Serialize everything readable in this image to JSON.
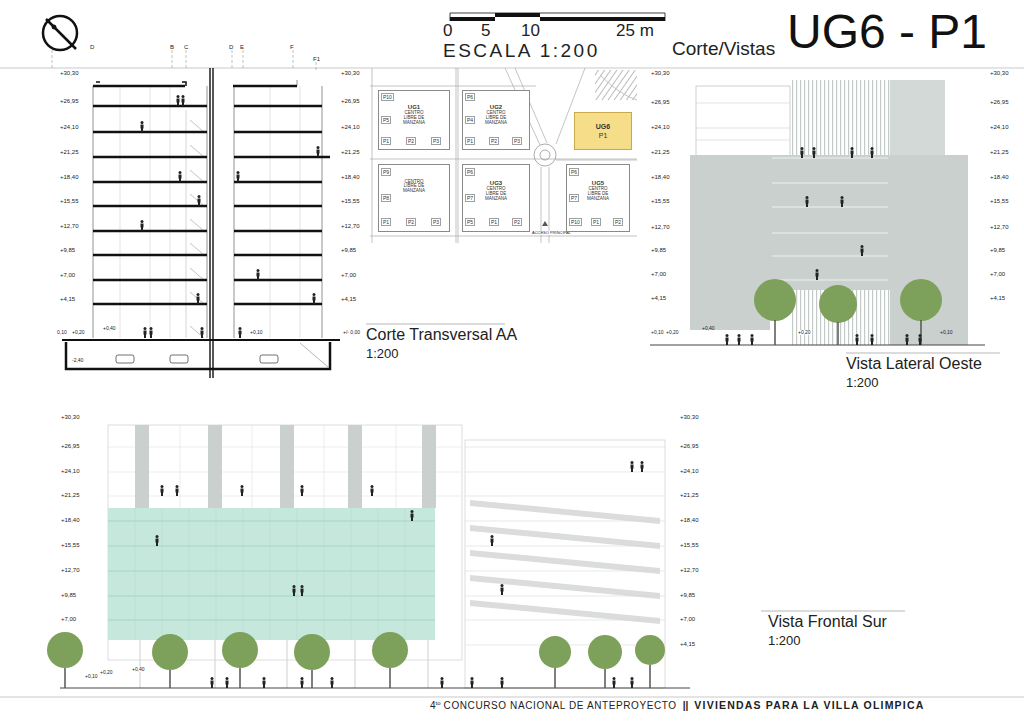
{
  "diagram": {
    "title": "UG6 - P1",
    "nodes": [
      {
        "text": [
          "UG1",
          "CENTRO LIBRE DE MANZANA"
        ]
      },
      {
        "text": [
          "P10"
        ],
        "in": 0
      },
      {
        "text": [
          "P5"
        ],
        "in": 0
      },
      {
        "text": [
          "P1"
        ],
        "in": 0
      },
      {
        "text": [
          "P2"
        ],
        "in": 0
      },
      {
        "text": [
          "P3"
        ],
        "in": 0
      },
      {
        "text": [
          "UG2",
          "CENTRO LIBRE DE MANZANA"
        ]
      },
      {
        "text": [
          "P6"
        ],
        "in": 6
      },
      {
        "text": [
          "P4"
        ],
        "in": 6
      },
      {
        "text": [
          "P1"
        ],
        "in": 6
      },
      {
        "text": [
          "P2"
        ],
        "in": 6
      },
      {
        "text": [
          "P3"
        ],
        "in": 6
      },
      {
        "text": [
          "UG6",
          "P1"
        ]
      },
      {
        "text": [
          "CENTRO LIBRE DE MANZANA"
        ]
      },
      {
        "text": [
          "P9"
        ],
        "in": 13
      },
      {
        "text": [
          "P8"
        ],
        "in": 13
      },
      {
        "text": [
          "P1"
        ],
        "in": 13
      },
      {
        "text": [
          "P2"
        ],
        "in": 13
      },
      {
        "text": [
          "P3"
        ],
        "in": 13
      },
      {
        "text": [
          "UG3",
          "CENTRO LIBRE DE MANZANA"
        ]
      },
      {
        "text": [
          "P6"
        ],
        "in": 19
      },
      {
        "text": [
          "P7"
        ],
        "in": 19
      },
      {
        "text": [
          "P5"
        ],
        "in": 19
      },
      {
        "text": [
          "P1"
        ],
        "in": 19
      },
      {
        "text": [
          "P2"
        ],
        "in": 19
      },
      {
        "text": [
          "UG5",
          "CENTRO LIBRE DE MANZANA"
        ]
      },
      {
        "text": [
          "P6"
        ],
        "in": 25
      },
      {
        "text": [
          "P7"
        ],
        "in": 25
      },
      {
        "text": [
          "P10"
        ],
        "in": 25
      },
      {
        "text": [
          "P1"
        ],
        "in": 25
      },
      {
        "text": [
          "P2"
        ],
        "in": 25
      }
    ],
    "labels": [
      "Corte/Vistas",
      "0",
      "5",
      "10",
      "25 m",
      "ESCALA 1:200",
      "D",
      "B",
      "C",
      "D",
      "E",
      "F",
      "F1",
      "+30,30",
      "+26,95",
      "+24,10",
      "+21,25",
      "+18,40",
      "+15,55",
      "+12,70",
      "+9,85",
      "+7,00",
      "+4,15",
      "+30,30",
      "+26,95",
      "+24,10",
      "+21,25",
      "+18,40",
      "+15,55",
      "+12,70",
      "+9,85",
      "+7,00",
      "+4,15",
      "0,10",
      "+0,20",
      "+0,40",
      "-2,40",
      "+0,10",
      "+/- 0,00",
      "Corte Transversal AA",
      "1:200",
      "ACCESO PRINCIPAL",
      "+30,30",
      "+26,95",
      "+24,10",
      "+21,25",
      "+18,40",
      "+15,55",
      "+12,70",
      "+9,85",
      "+7,00",
      "+4,15",
      "+30,30",
      "+26,95",
      "+24,10",
      "+21,25",
      "+18,40",
      "+15,55",
      "+12,70",
      "+9,85",
      "+7,00",
      "+4,15",
      "+0,10",
      "+0,20",
      "+0,40",
      "+0,20",
      "+0,10",
      "Vista Lateral Oeste",
      "1:200",
      "+30,30",
      "+26,95",
      "+24,10",
      "+21,25",
      "+18,40",
      "+15,55",
      "+12,70",
      "+9,85",
      "+7,00",
      "+30,30",
      "+26,95",
      "+24,10",
      "+21,25",
      "+18,40",
      "+15,55",
      "+12,70",
      "+9,85",
      "+7,00",
      "+4,15",
      "+0,10",
      "+0,20",
      "+0,40",
      "Vista Frontal Sur",
      "1:200",
      "4",
      "to",
      "CONCURSO NACIONAL DE ANTEPROYECTO",
      "||",
      "VIVIENDAS PARA LA VILLA OLIMPICA"
    ]
  }
}
